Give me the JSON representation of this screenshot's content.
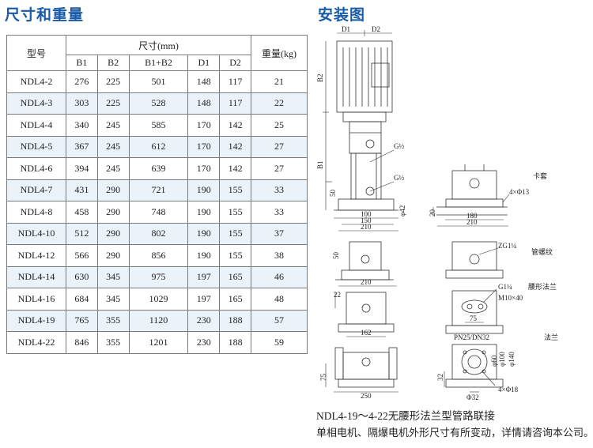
{
  "headings": {
    "left": "尺寸和重量",
    "right": "安装图"
  },
  "table": {
    "col_model": "型号",
    "col_dims": "尺寸(mm)",
    "col_weight": "重量(kg)",
    "sub_cols": [
      "B1",
      "B2",
      "B1+B2",
      "D1",
      "D2"
    ],
    "rows": [
      [
        "NDL4-2",
        "276",
        "225",
        "501",
        "148",
        "117",
        "21"
      ],
      [
        "NDL4-3",
        "303",
        "225",
        "528",
        "148",
        "117",
        "22"
      ],
      [
        "NDL4-4",
        "340",
        "245",
        "585",
        "170",
        "142",
        "25"
      ],
      [
        "NDL4-5",
        "367",
        "245",
        "612",
        "170",
        "142",
        "27"
      ],
      [
        "NDL4-6",
        "394",
        "245",
        "639",
        "170",
        "142",
        "27"
      ],
      [
        "NDL4-7",
        "431",
        "290",
        "721",
        "190",
        "155",
        "33"
      ],
      [
        "NDL4-8",
        "458",
        "290",
        "748",
        "190",
        "155",
        "33"
      ],
      [
        "NDL4-10",
        "512",
        "290",
        "802",
        "190",
        "155",
        "37"
      ],
      [
        "NDL4-12",
        "566",
        "290",
        "856",
        "190",
        "155",
        "38"
      ],
      [
        "NDL4-14",
        "630",
        "345",
        "975",
        "197",
        "165",
        "46"
      ],
      [
        "NDL4-16",
        "684",
        "345",
        "1029",
        "197",
        "165",
        "48"
      ],
      [
        "NDL4-19",
        "765",
        "355",
        "1120",
        "230",
        "188",
        "57"
      ],
      [
        "NDL4-22",
        "846",
        "355",
        "1201",
        "230",
        "188",
        "59"
      ]
    ]
  },
  "drawing": {
    "d1": "D1",
    "d2": "D2",
    "b2": "B2",
    "b1": "B1",
    "g_half_top": "G½",
    "g_half_bottom": "G½",
    "dim_50": "50",
    "dim_100": "100",
    "dim_150": "150",
    "dim_210": "210",
    "phi42": "φ42",
    "clamp_label": "卡套",
    "holes_4x13": "4×Φ13",
    "dim_20": "20",
    "dim_180": "180",
    "dim_210b": "210",
    "zg_label": "ZG1¼",
    "thread_label": "管螺纹",
    "dim_50b": "50",
    "dim_210c": "210",
    "g_quarter": "G1¼",
    "waist_flange": "腰形法兰",
    "m10x40": "M10×40",
    "dim_22": "22",
    "dim_162": "162",
    "dim_75": "75",
    "flange_label": "法兰",
    "pn_label": "PN25/DN32",
    "phi60": "φ60",
    "phi100": "φ100",
    "phi140": "φ140",
    "dim_32": "32",
    "dim_75b": "75",
    "dim_250": "250",
    "phi32": "Φ32",
    "holes_4x18": "4×Φ18"
  },
  "notes": {
    "line1": "NDL4-19～4-22无腰形法兰型管路联接",
    "line2": "单相电机、隔爆电机外形尺寸有所变动，详情请咨询本公司。"
  }
}
